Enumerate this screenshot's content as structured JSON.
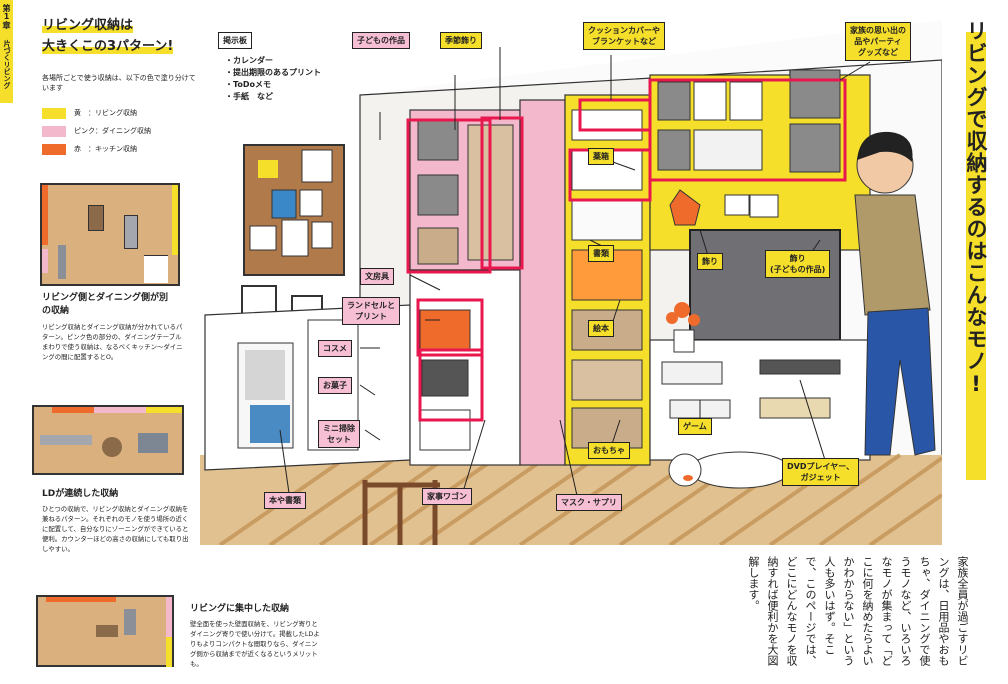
{
  "chapter": {
    "number": "第1章",
    "title": "片づくリビング"
  },
  "heading": {
    "line1": "リビング収納は",
    "line2": "大きくこの3パターン!"
  },
  "intro": "各場所ごとで使う収納は、以下の色で塗り分けています",
  "legend": [
    {
      "label": "黄　：リビング収納",
      "color": "#f6df2a"
    },
    {
      "label": "ピンク：ダイニング収納",
      "color": "#f4b8cc"
    },
    {
      "label": "赤　：キッチン収納",
      "color": "#ef6b2c"
    }
  ],
  "plans": [
    {
      "title": "リビング側とダイニング側が別の収納",
      "desc": "リビング収納とダイニング収納が分かれているパターン。ピンク色の部分の、ダイニングテーブルまわりで使う収納は、なるべくキッチン〜ダイニングの間に配置するとO。"
    },
    {
      "title": "LDが連続した収納",
      "desc": "ひとつの収納で、リビング収納とダイニング収納を兼ねるパターン。それぞれのモノを使う場所の近くに配置して、自分なりにゾーニングができていると便利。カウンターほどの高さの収納にしても取り出しやすい。"
    },
    {
      "title": "リビングに集中した収納",
      "desc": "壁全面を使った壁面収納を、リビング寄りとダイニング寄りで使い分けて。掲載したLDよりもよりコンパクトな間取りなら、ダイニング側から収納までが近くなるというメリットも。"
    }
  ],
  "side_title": "リビングで収納するのはこんなモノ!",
  "body_text": "家族全員が過ごすリビングは、日用品やおもちゃ、ダイニングで使うモノなど、いろいろなモノが集まって「どこに何を納めたらよいかわからない」という人も多いはず。そこで、このページでは、どこにどんなモノを収納すれば便利かを大図解します。",
  "board": {
    "title": "掲示板",
    "items": [
      "・カレンダー",
      "・提出期限のあるプリント",
      "・ToDoメモ",
      "・手紙　など"
    ]
  },
  "labels": {
    "kodomo": "子どもの作品",
    "kisetsu": "季節飾り",
    "cushion": "クッションカバーや\nブランケットなど",
    "omoide": "家族の思い出の\n品やパーティ\nグッズなど",
    "yakubako": "薬箱",
    "shorui": "書類",
    "bunbougu": "文房具",
    "randoseru": "ランドセルと\nプリント",
    "cosme": "コスメ",
    "okashi": "お菓子",
    "soji": "ミニ掃除\nセット",
    "honya": "本や書類",
    "kaji": "家事ワゴン",
    "mask": "マスク・サプリ",
    "ehon": "絵本",
    "omocha": "おもちゃ",
    "kazari1": "飾り",
    "kazari2": "飾り\n(子どもの作品)",
    "game": "ゲーム",
    "dvd": "DVDプレイヤー、\nガジェット"
  }
}
